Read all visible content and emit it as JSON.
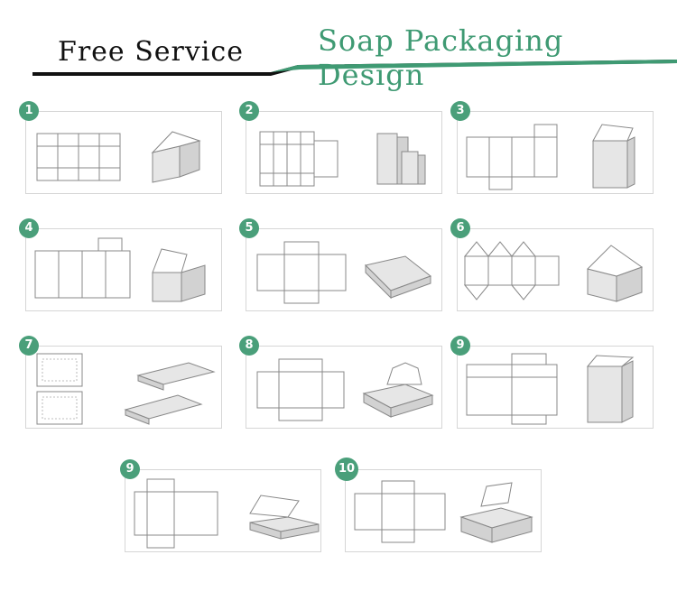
{
  "header": {
    "left_title": "Free Service",
    "right_title": "Soap Packaging Design",
    "accent_color": "#3f9a73"
  },
  "badge_color": "#4a9f7a",
  "designs": [
    {
      "number": "1"
    },
    {
      "number": "2"
    },
    {
      "number": "3"
    },
    {
      "number": "4"
    },
    {
      "number": "5"
    },
    {
      "number": "6"
    },
    {
      "number": "7"
    },
    {
      "number": "8"
    },
    {
      "number": "9"
    },
    {
      "number": "9"
    },
    {
      "number": "10"
    }
  ]
}
